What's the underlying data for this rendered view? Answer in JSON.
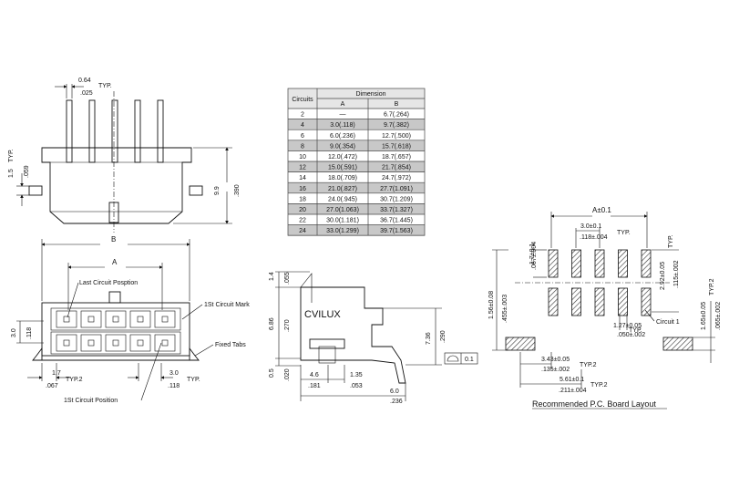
{
  "table": {
    "header_circuits": "Circuits",
    "header_dimension": "Dimension",
    "header_a": "A",
    "header_b": "B",
    "rows": [
      {
        "c": "2",
        "a": "—",
        "b": "6.7(.264)",
        "shade": false
      },
      {
        "c": "4",
        "a": "3.0(.118)",
        "b": "9.7(.382)",
        "shade": true
      },
      {
        "c": "6",
        "a": "6.0(.236)",
        "b": "12.7(.500)",
        "shade": false
      },
      {
        "c": "8",
        "a": "9.0(.354)",
        "b": "15.7(.618)",
        "shade": true
      },
      {
        "c": "10",
        "a": "12.0(.472)",
        "b": "18.7(.657)",
        "shade": false
      },
      {
        "c": "12",
        "a": "15.0(.591)",
        "b": "21.7(.854)",
        "shade": true
      },
      {
        "c": "14",
        "a": "18.0(.709)",
        "b": "24.7(.972)",
        "shade": false
      },
      {
        "c": "16",
        "a": "21.0(.827)",
        "b": "27.7(1.091)",
        "shade": true
      },
      {
        "c": "18",
        "a": "24.0(.945)",
        "b": "30.7(1.209)",
        "shade": false
      },
      {
        "c": "20",
        "a": "27.0(1.063)",
        "b": "33.7(1.327)",
        "shade": true
      },
      {
        "c": "22",
        "a": "30.0(1.181)",
        "b": "36.7(1.445)",
        "shade": false
      },
      {
        "c": "24",
        "a": "33.0(1.299)",
        "b": "39.7(1.563)",
        "shade": true
      }
    ]
  },
  "top_view": {
    "pin_width_mm": "0.64",
    "pin_width_in": ".025",
    "typ": "TYP.",
    "left_mm": "1.5",
    "left_in": ".059",
    "left_typ": "TYP.",
    "height_mm": "9.9",
    "height_in": ".390"
  },
  "front_view": {
    "dim_b": "B",
    "dim_a": "A",
    "last_circuit": "Last Circuit Posption",
    "first_circuit_mark": "1St Circuit Mark",
    "fixed_tabs": "Fixed Tabs",
    "first_circuit_position": "1St Circuit Position",
    "h_mm": "3.0",
    "h_in": ".118",
    "left_mm": "1.7",
    "left_typ": "TYP.2",
    "left_in": ".067",
    "pitch_mm": "3.0",
    "pitch_typ": "TYP.",
    "pitch_in": ".118"
  },
  "side_view": {
    "brand": "CVILUX",
    "top_mm": "1.4",
    "top_in": ".055",
    "mid_mm": "6.86",
    "mid_in": ".270",
    "bot_mm": "0.5",
    "bot_in": ".020",
    "right_mm": "7.36",
    "right_in": ".290",
    "flat": "0.1",
    "w1_mm": "4.6",
    "w1_in": ".181",
    "w2_mm": "1.35",
    "w2_in": ".053",
    "w3_mm": "6.0",
    "w3_in": ".236"
  },
  "pcb": {
    "title": "Recommended P.C. Board Layout",
    "a_tol": "A±0.1",
    "pitch_mm": "3.0±0.1",
    "pitch_in": ".118±.004",
    "pitch_typ": "TYP.",
    "pad_h_mm": "1.7±0.1",
    "pad_h_in": ".067±.004",
    "right_typ": "TYP.",
    "span_mm": "1.56±0.08",
    "span_in": ".455±.003",
    "row_mm": "2.92±0.05",
    "row_in": ".115±.002",
    "pad_w_mm": "1.27±0.05",
    "pad_w_in": ".050±.002",
    "pad_w_typ": "TYP.",
    "circuit1": "Circuit 1",
    "tab_mm": "1.65±0.05",
    "tab_in": ".065±.002",
    "tab_typ": "TYP.2",
    "off_mm": "3.43±0.05",
    "off_in": ".135±.002",
    "off_typ": "TYP.2",
    "tot_mm": "5.61±0.1",
    "tot_in": ".211±.004",
    "tot_typ": "TYP.2"
  }
}
